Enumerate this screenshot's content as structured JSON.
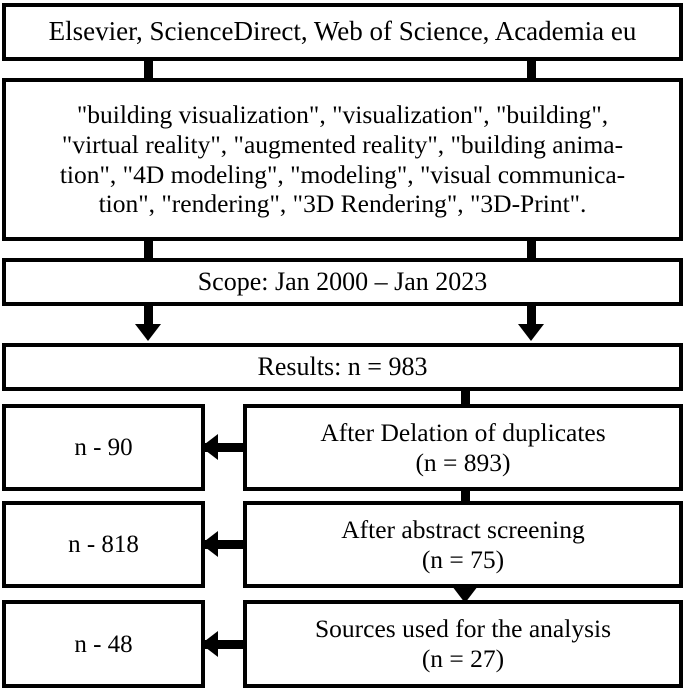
{
  "diagram": {
    "title": "Literature search flow diagram",
    "type": "prisma-flowchart",
    "colors": {
      "stroke": "#000000",
      "fill": "#ffffff",
      "text": "#000000"
    },
    "boxes": {
      "databases": {
        "label": "Elsevier, ScienceDirect, Web of Science, Academia eu"
      },
      "keywords": {
        "label": "\"building visualization\", \"visualization\", \"building\",\n\"virtual reality\", \"augmented reality\", \"building anima-\ntion\", \"4D modeling\", \"modeling\", \"visual communica-\ntion\", \"rendering\", \"3D Rendering\", \"3D-Print\"."
      },
      "scope": {
        "label": "Scope: Jan 2000 – Jan 2023"
      },
      "results": {
        "label": "Results: n = 983"
      },
      "stage_1": {
        "label": "After Delation of duplicates\n(n = 893)"
      },
      "stage_2": {
        "label": "After abstract screening\n(n = 75)"
      },
      "stage_3": {
        "label": "Sources used for the analysis\n(n = 27)"
      },
      "excluded_1": {
        "label": "n - 90"
      },
      "excluded_2": {
        "label": "n - 818"
      },
      "excluded_3": {
        "label": "n - 48"
      }
    },
    "connectors": [
      {
        "name": "databases-to-keywords-left",
        "kind": "line",
        "direction": "down"
      },
      {
        "name": "databases-to-keywords-right",
        "kind": "line",
        "direction": "down"
      },
      {
        "name": "keywords-to-scope-left",
        "kind": "line",
        "direction": "down"
      },
      {
        "name": "keywords-to-scope-right",
        "kind": "line",
        "direction": "down"
      },
      {
        "name": "scope-to-results-left",
        "kind": "arrow",
        "direction": "down"
      },
      {
        "name": "scope-to-results-right",
        "kind": "arrow",
        "direction": "down"
      },
      {
        "name": "results-to-stage-1",
        "kind": "line",
        "direction": "down"
      },
      {
        "name": "stage-1-to-stage-2",
        "kind": "line",
        "direction": "down"
      },
      {
        "name": "stage-2-to-stage-3",
        "kind": "arrow",
        "direction": "down"
      },
      {
        "name": "stage-1-to-excluded-1",
        "kind": "arrow",
        "direction": "left"
      },
      {
        "name": "stage-2-to-excluded-2",
        "kind": "arrow",
        "direction": "left"
      },
      {
        "name": "stage-3-to-excluded-3",
        "kind": "arrow",
        "direction": "left"
      }
    ]
  }
}
